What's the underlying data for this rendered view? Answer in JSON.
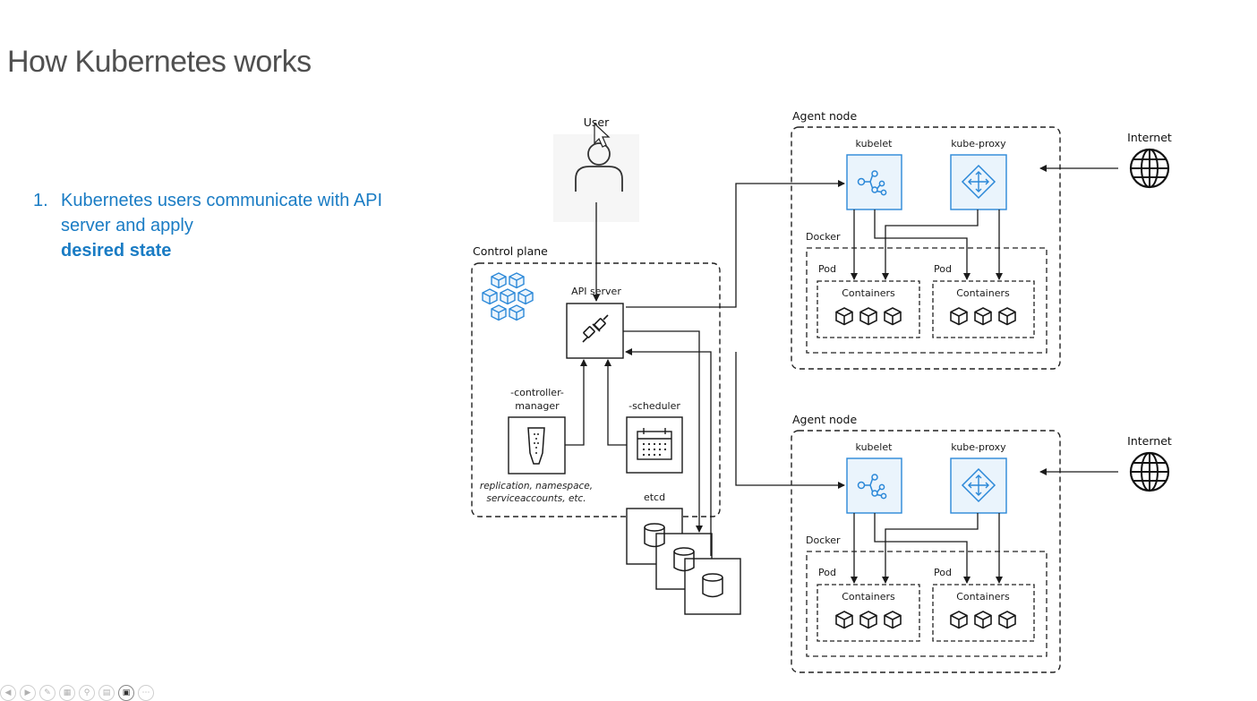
{
  "slide": {
    "title": "How Kubernetes works",
    "bullet_number": "1.",
    "bullet_text": "Kubernetes users communicate with API server and apply",
    "bullet_emphasis": "desired state"
  },
  "diagram": {
    "user_label": "User",
    "control_plane_label": "Control plane",
    "api_server_label": "API server",
    "controller_manager_label_line1": "-controller-",
    "controller_manager_label_line2": "manager",
    "scheduler_label": "-scheduler",
    "controller_note_line1": "replication, namespace,",
    "controller_note_line2": "serviceaccounts, etc.",
    "etcd_label": "etcd",
    "agent_nodes": [
      {
        "label": "Agent node",
        "kubelet_label": "kubelet",
        "kube_proxy_label": "kube-proxy",
        "docker_label": "Docker",
        "internet_label": "Internet",
        "pods": [
          {
            "label": "Pod",
            "containers_label": "Containers"
          },
          {
            "label": "Pod",
            "containers_label": "Containers"
          }
        ]
      },
      {
        "label": "Agent node",
        "kubelet_label": "kubelet",
        "kube_proxy_label": "kube-proxy",
        "docker_label": "Docker",
        "internet_label": "Internet",
        "pods": [
          {
            "label": "Pod",
            "containers_label": "Containers"
          },
          {
            "label": "Pod",
            "containers_label": "Containers"
          }
        ]
      }
    ],
    "colors": {
      "accent_blue": "#1a7cc4",
      "kube_icon_fill": "#e8f3fc",
      "kube_icon_stroke": "#2b88d8",
      "line": "#1a1a1a"
    }
  },
  "toolbar": {
    "icons": [
      "back-icon",
      "play-icon",
      "pen-icon",
      "slides-icon",
      "zoom-icon",
      "subtitles-icon",
      "camera-icon",
      "more-icon"
    ]
  }
}
